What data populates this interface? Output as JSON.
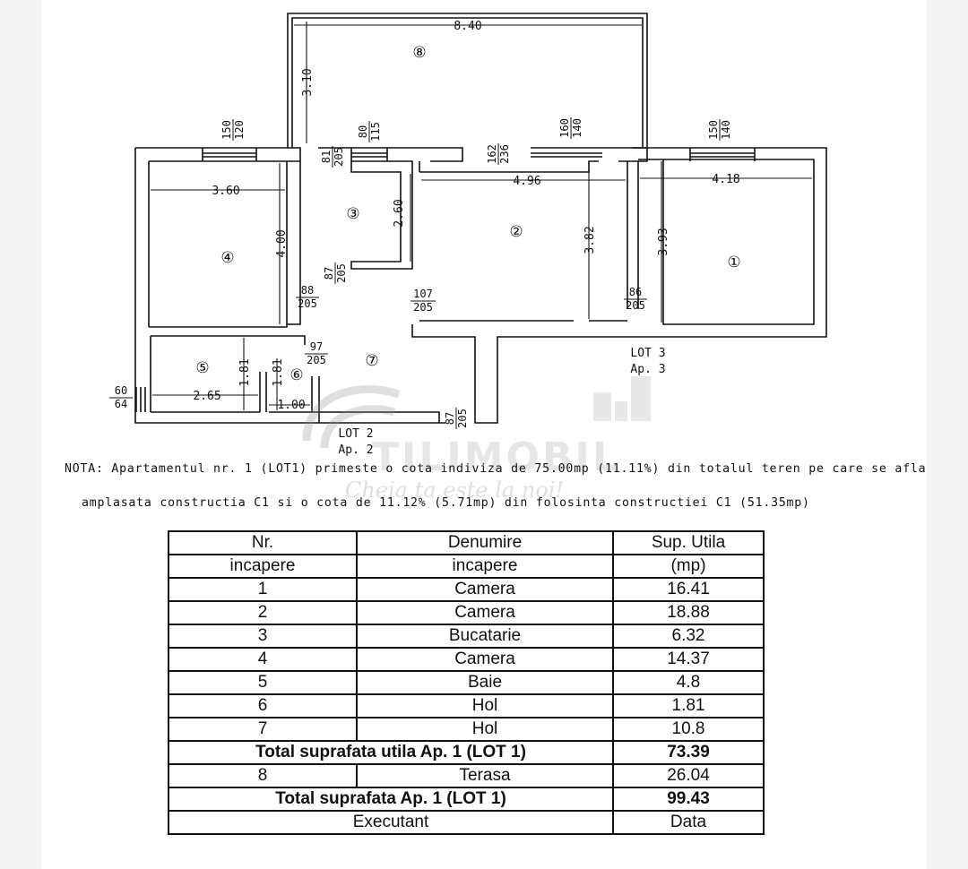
{
  "plan": {
    "room_labels": {
      "r1": "①",
      "r2": "②",
      "r3": "③",
      "r4": "④",
      "r5": "⑤",
      "r6": "⑥",
      "r7": "⑦",
      "r8": "⑧"
    },
    "dims": {
      "terrace_width": "8.40",
      "terrace_depth": "3.10",
      "r4_width": "3.60",
      "r4_depth": "4.00",
      "r3_depth": "2.60",
      "r2_width": "4.96",
      "r2_depth": "3.82",
      "r1_width": "4.18",
      "r1_depth": "3.93",
      "r5_width": "2.65",
      "r5_depth": "1.81",
      "r6_depth": "1.81",
      "r6_width": "1.00"
    },
    "windows": {
      "w1_top": "150",
      "w1_bot": "120",
      "w2_top": "80",
      "w2_bot": "115",
      "w3_top": "81",
      "w3_bot": "205",
      "w4_top": "162",
      "w4_bot": "236",
      "w5_top": "160",
      "w5_bot": "140",
      "w6_top": "150",
      "w6_bot": "140"
    },
    "doors": {
      "d1_top": "87",
      "d1_bot": "205",
      "d2_top": "88",
      "d2_bot": "205",
      "d3_top": "107",
      "d3_bot": "205",
      "d4_top": "86",
      "d4_bot": "205",
      "d5_top": "97",
      "d5_bot": "205",
      "d6_top": "60",
      "d6_bot": "64",
      "d7_top": "87",
      "d7_bot": "205"
    }
  },
  "lots": {
    "lot3_name": "LOT 3",
    "lot3_ap": "Ap. 3",
    "lot2_name": "LOT 2",
    "lot2_ap": "Ap. 2"
  },
  "note": {
    "line1": "NOTA: Apartamentul nr. 1 (LOT1) primeste o cota indiviza de 75.00mp (11.11%) din totalul teren pe care se afla",
    "line2": "amplasata constructia C1 si o cota de 11.12% (5.71mp) din folosinta constructiei C1 (51.35mp)"
  },
  "watermark": {
    "brand": "TILIMOBIL",
    "slogan": "Cheia ta este la noi!"
  },
  "table": {
    "header": [
      [
        "Nr.",
        "Denumire",
        "Sup. Utila"
      ],
      [
        "incapere",
        "incapere",
        "(mp)"
      ]
    ],
    "rows": [
      [
        "1",
        "Camera",
        "16.41"
      ],
      [
        "2",
        "Camera",
        "18.88"
      ],
      [
        "3",
        "Bucatarie",
        "6.32"
      ],
      [
        "4",
        "Camera",
        "14.37"
      ],
      [
        "5",
        "Baie",
        "4.8"
      ],
      [
        "6",
        "Hol",
        "1.81"
      ],
      [
        "7",
        "Hol",
        "10.8"
      ]
    ],
    "total_util_label": "Total suprafata utila Ap. 1 (LOT 1)",
    "total_util_value": "73.39",
    "terrace_nr": "8",
    "terrace_label": "Terasa",
    "terrace_value": "26.04",
    "total_label": "Total suprafata Ap. 1 (LOT 1)",
    "total_value": "99.43",
    "footer_executant": "Executant",
    "footer_data": "Data"
  }
}
